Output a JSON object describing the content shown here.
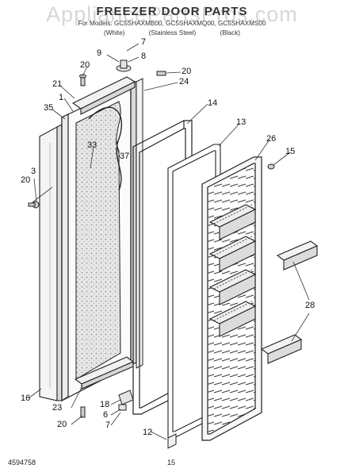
{
  "watermark": "AppliancePartsPros.com",
  "header": {
    "title": "FREEZER DOOR PARTS",
    "models": "For Models: GC5SHAXMB00, GC5SHAXMQ00, GC5SHAXMS00",
    "colors": [
      "(White)",
      "(Stainless Steel)",
      "(Black)"
    ]
  },
  "parts": [
    {
      "id": "p7",
      "num": "7"
    },
    {
      "id": "p9",
      "num": "9"
    },
    {
      "id": "p8",
      "num": "8"
    },
    {
      "id": "p20a",
      "num": "20"
    },
    {
      "id": "p20b",
      "num": "20"
    },
    {
      "id": "p24",
      "num": "24"
    },
    {
      "id": "p21",
      "num": "21"
    },
    {
      "id": "p1",
      "num": "1"
    },
    {
      "id": "p35",
      "num": "35"
    },
    {
      "id": "p14",
      "num": "14"
    },
    {
      "id": "p37",
      "num": "37"
    },
    {
      "id": "p33",
      "num": "33"
    },
    {
      "id": "p13",
      "num": "13"
    },
    {
      "id": "p26",
      "num": "26"
    },
    {
      "id": "p15",
      "num": "15"
    },
    {
      "id": "p3",
      "num": "3"
    },
    {
      "id": "p20c",
      "num": "20"
    },
    {
      "id": "p28",
      "num": "28"
    },
    {
      "id": "p16",
      "num": "16"
    },
    {
      "id": "p23",
      "num": "23"
    },
    {
      "id": "p18",
      "num": "18"
    },
    {
      "id": "p6",
      "num": "6"
    },
    {
      "id": "p7b",
      "num": "7"
    },
    {
      "id": "p20d",
      "num": "20"
    },
    {
      "id": "p12",
      "num": "12"
    }
  ],
  "footer": {
    "doc_number": "4594758",
    "page_number": "15"
  }
}
